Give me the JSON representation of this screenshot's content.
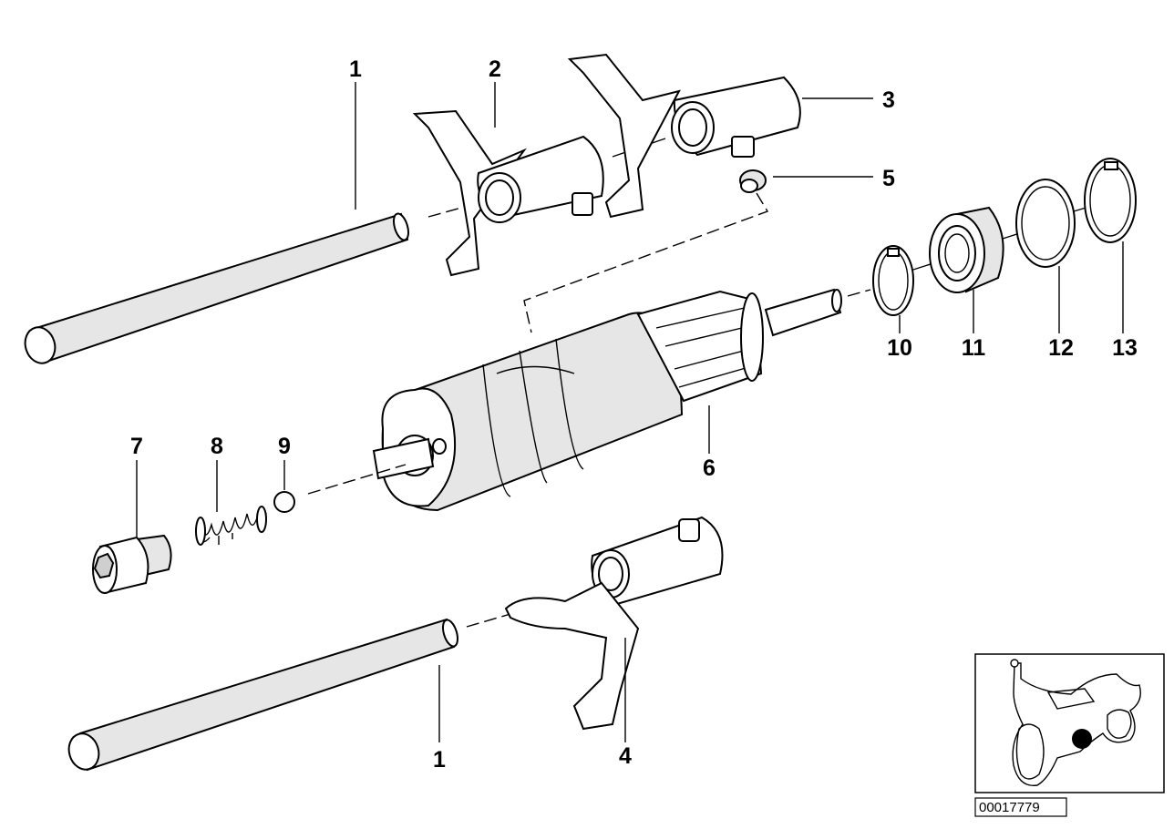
{
  "callouts": {
    "c1_top": "1",
    "c2": "2",
    "c3": "3",
    "c5": "5",
    "c6": "6",
    "c7": "7",
    "c8": "8",
    "c9": "9",
    "c10": "10",
    "c11": "11",
    "c12": "12",
    "c13": "13",
    "c1_bottom": "1",
    "c4": "4"
  },
  "reference_number": "00017779",
  "thumbnail": {
    "icon": "motorcycle-silhouette-icon",
    "marker_color": "#000000"
  }
}
